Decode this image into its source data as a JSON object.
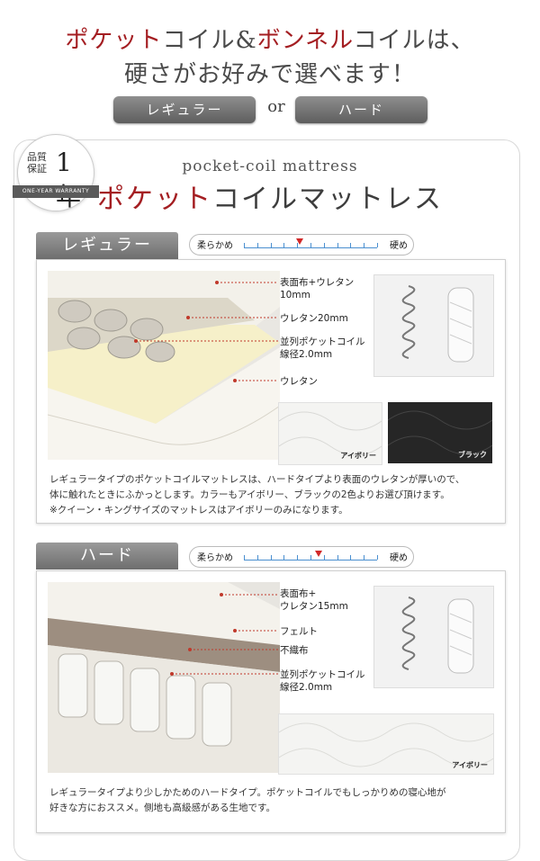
{
  "header": {
    "line1_part1": "ポケット",
    "line1_part2": "コイル&",
    "line1_part3": "ボンネル",
    "line1_part4": "コイルは、",
    "line2": "硬さがお好みで選べます！",
    "pill_regular": "レギュラー",
    "or": "or",
    "pill_hard": "ハード"
  },
  "badge": {
    "quality_line1": "品質",
    "quality_line2": "保証",
    "year": "1年",
    "ribbon": "ONE-YEAR WARRANTY"
  },
  "product": {
    "subtitle": "pocket-coil mattress",
    "title_accent": "ポケット",
    "title_rest": "コイルマットレス"
  },
  "regular": {
    "tab": "レギュラー",
    "scale_soft": "柔らかめ",
    "scale_firm": "硬め",
    "scale_level": 0.42,
    "labels": [
      "表面布+ウレタン",
      "10mm",
      "ウレタン20mm",
      "並列ポケットコイル",
      "線径2.0mm",
      "ウレタン"
    ],
    "swatch_ivory": "アイボリー",
    "swatch_black": "ブラック",
    "description": [
      "レギュラータイプのポケットコイルマットレスは、ハードタイプより表面のウレタンが厚いので、",
      "体に触れたときにふかっとします。カラーもアイボリー、ブラックの2色よりお選び頂けます。",
      "※クイーン・キングサイズのマットレスはアイボリーのみになります。"
    ]
  },
  "hard": {
    "tab": "ハード",
    "scale_soft": "柔らかめ",
    "scale_firm": "硬め",
    "scale_level": 0.56,
    "labels": [
      "表面布+",
      "ウレタン15mm",
      "フェルト",
      "不織布",
      "並列ポケットコイル",
      "線径2.0mm"
    ],
    "swatch_ivory": "アイボリー",
    "description": [
      "レギュラータイプより少しかためのハードタイプ。ポケットコイルでもしっかりめの寝心地が",
      "好きな方におススメ。側地も高級感がある生地です。"
    ]
  },
  "colors": {
    "accent_red": "#a41e22",
    "scale_blue": "#4a8fd0",
    "marker_red": "#d12828"
  }
}
